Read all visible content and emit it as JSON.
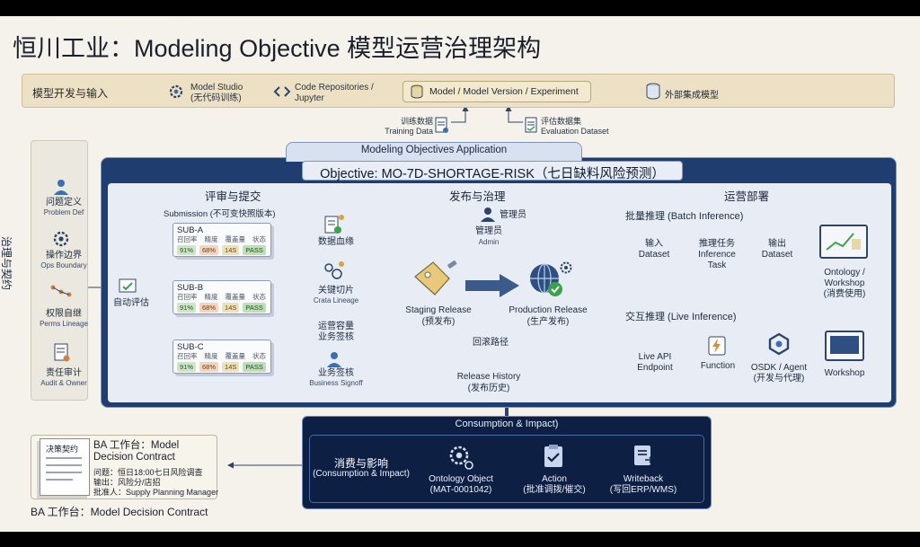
{
  "title": "恒川工业：Modeling Objective 模型运营治理架构",
  "top_bar": {
    "label": "模型开发与输入",
    "studio": "Model Studio",
    "studio_sub": "(无代码训练)",
    "code_repos": "Code Repositories /",
    "code_repos_sub": "Jupyter",
    "model_box": "Model / Model Version / Experiment",
    "external": "外部集成模型",
    "training": "训练数据",
    "training_en": "Training Data",
    "evaluation": "评估数据集",
    "evaluation_en": "Evaluation Dataset"
  },
  "side_panel": {
    "title": "治理与契约",
    "items": [
      {
        "label": "问题定义",
        "sub": "Problem Def"
      },
      {
        "label": "操作边界",
        "sub": "Ops Boundary"
      },
      {
        "label": "权限自继",
        "sub": "Perms Lineage"
      },
      {
        "label": "责任审计",
        "sub": "Audit & Owner"
      }
    ]
  },
  "app": {
    "tab": "Modeling Objectives Application",
    "objective": "Objective: MO-7D-SHORTAGE-RISK（七日缺料风险预测）"
  },
  "review": {
    "heading": "评审与提交",
    "submission": "Submission (不可变快照版本)",
    "auto_eval": "自动评估",
    "columns": [
      "召回率",
      "精度",
      "覆盖量",
      "状态"
    ],
    "subs": [
      {
        "name": "SUB-A",
        "recall": "91%",
        "precision": "68%",
        "count": "14S",
        "status": "PASS"
      },
      {
        "name": "SUB-B",
        "recall": "91%",
        "precision": "68%",
        "count": "14S",
        "status": "PASS"
      },
      {
        "name": "SUB-C",
        "recall": "91%",
        "precision": "68%",
        "count": "14S",
        "status": "PASS"
      }
    ],
    "checks": [
      {
        "label": "数据血缘",
        "sub": ""
      },
      {
        "label": "关键切片",
        "sub": "Crata Lineage"
      },
      {
        "label": "运营容量",
        "sub": "业务签核"
      },
      {
        "label": "业务签核",
        "sub": "Business Signoff"
      }
    ]
  },
  "release": {
    "heading": "发布与治理",
    "admin": "管理员",
    "admin_cn": "管理员",
    "admin_en": "Admin",
    "staging": "Staging Release",
    "staging_cn": "(预发布)",
    "production": "Production Release",
    "production_cn": "(生产发布)",
    "rollback": "回滚路径",
    "history": "Release History",
    "history_cn": "(发布历史)"
  },
  "ops": {
    "heading": "运营部署",
    "batch": "批量推理 (Batch Inference)",
    "input": "输入",
    "input_en": "Dataset",
    "task": "推理任务",
    "task_en": "Inference",
    "task_en2": "Task",
    "output": "输出",
    "output_en": "Dataset",
    "ontology": "Ontology /",
    "ontology2": "Workshop",
    "ontology_cn": "(消费使用)",
    "live": "交互推理 (Live Inference)",
    "live_api": "Live API",
    "live_api2": "Endpoint",
    "function": "Function",
    "osdk": "OSDK / Agent",
    "osdk_cn": "(开发与代理)",
    "workshop": "Workshop"
  },
  "consumption": {
    "tab": "Consumption & Impact)",
    "title_cn": "消费与影响",
    "title_en": "(Consumption & Impact)",
    "ontology": "Ontology Object",
    "ontology_sub": "(MAT-0001042)",
    "action": "Action",
    "action_sub": "(批准调拨/催交)",
    "writeback": "Writeback",
    "writeback_sub": "(写回ERP/WMS)"
  },
  "ba": {
    "doc_label": "决策契约",
    "title": "BA 工作台：Model",
    "title2": "Decision Contract",
    "q": "问题：恒日18:00七日风险调查",
    "out": "输出：风险分/店招",
    "approver": "批准人：Supply Planning Manager",
    "bottom": "BA 工作台：Model Decision Contract"
  },
  "colors": {
    "app_bg": "#1f3d6e",
    "inner_bg": "#e8edf5",
    "pass_green": "#bfe0b6",
    "accent_green": "#3aa24a"
  }
}
